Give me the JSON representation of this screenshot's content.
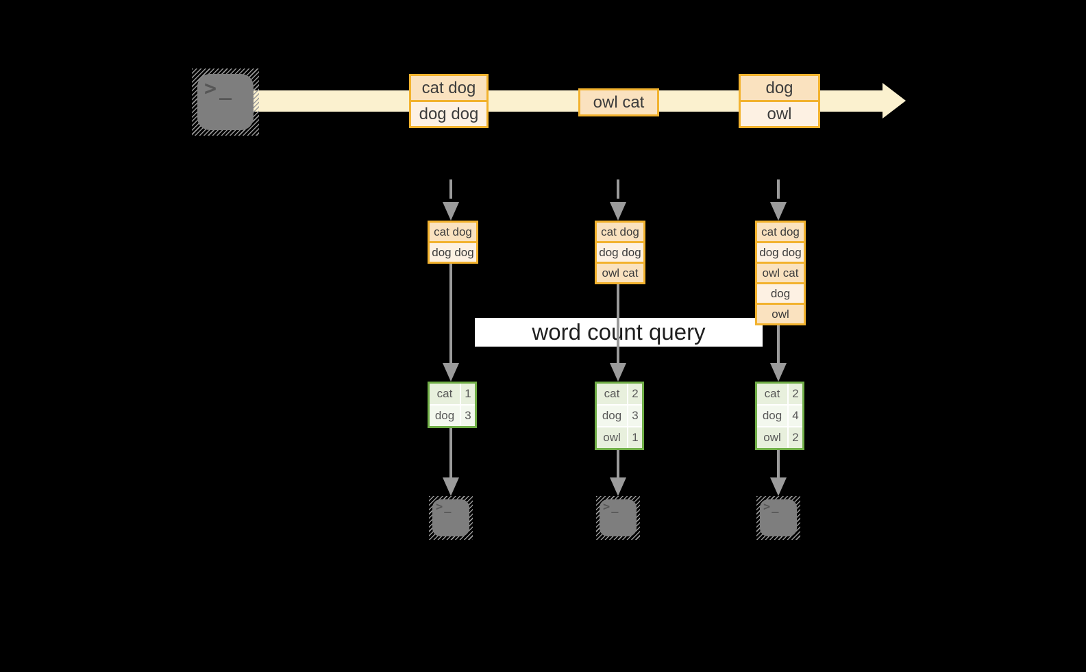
{
  "diagram": {
    "query_label": "word count query",
    "icons": {
      "terminal_glyph": ">_"
    },
    "stream": {
      "events": [
        {
          "rows": [
            "cat dog",
            "dog dog"
          ]
        },
        {
          "rows": [
            "owl cat"
          ]
        },
        {
          "rows": [
            "dog",
            "owl"
          ]
        }
      ]
    },
    "columns": [
      {
        "state_rows": [
          "cat dog",
          "dog dog"
        ],
        "counts": [
          {
            "word": "cat",
            "count": "1"
          },
          {
            "word": "dog",
            "count": "3"
          }
        ]
      },
      {
        "state_rows": [
          "cat dog",
          "dog dog",
          "owl cat"
        ],
        "counts": [
          {
            "word": "cat",
            "count": "2"
          },
          {
            "word": "dog",
            "count": "3"
          },
          {
            "word": "owl",
            "count": "1"
          }
        ]
      },
      {
        "state_rows": [
          "cat dog",
          "dog dog",
          "owl cat",
          "dog",
          "owl"
        ],
        "counts": [
          {
            "word": "cat",
            "count": "2"
          },
          {
            "word": "dog",
            "count": "4"
          },
          {
            "word": "owl",
            "count": "2"
          }
        ]
      }
    ],
    "colors": {
      "background": "#000000",
      "stream_fill": "#FBF1CF",
      "box_border": "#F2B22E",
      "row_dark": "#FAE2BF",
      "row_light": "#FDF1E3",
      "table_border": "#70AE47",
      "cell_green": "#E8F0DD",
      "cell_light": "#F3F8EE",
      "arrow_gray": "#9B9B9B",
      "terminal_gray": "#7E7E7E",
      "query_band_bg": "#FFFFFF",
      "text_dark": "#3C3C3C"
    }
  }
}
